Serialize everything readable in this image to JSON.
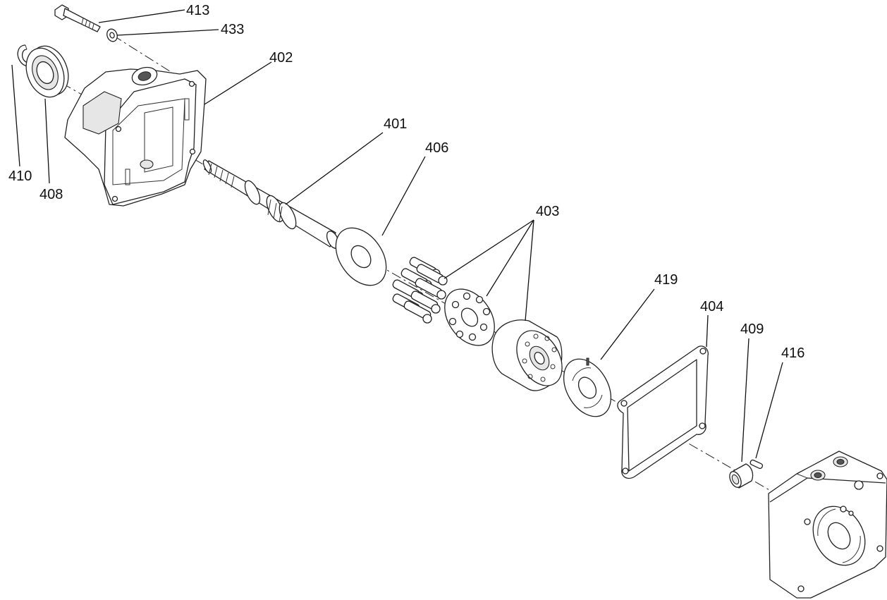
{
  "diagram": {
    "callouts": {
      "c413": "413",
      "c433": "433",
      "c402": "402",
      "c410": "410",
      "c408": "408",
      "c401": "401",
      "c406": "406",
      "c403": "403",
      "c419": "419",
      "c404": "404",
      "c409": "409",
      "c416": "416"
    }
  }
}
